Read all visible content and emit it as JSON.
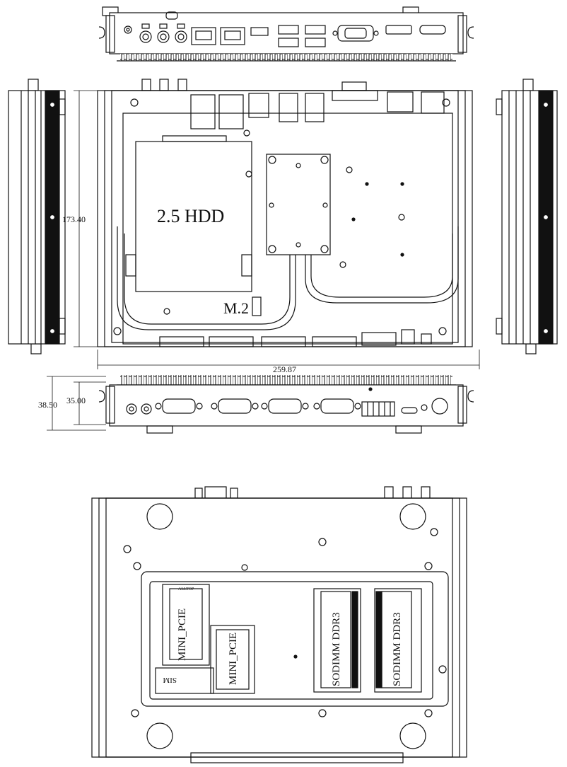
{
  "labels": {
    "hdd": "2.5 HDD",
    "m2": "M.2",
    "mini_pcie_1": "MINI_PCIE",
    "mini_pcie_2": "MINI_PCIE",
    "sim": "SIM",
    "alltop": "ALLTOP",
    "sodimm_1": "SODIMM DDR3",
    "sodimm_2": "SODIMM DDR3"
  },
  "dimensions": {
    "height_main": "173.40",
    "width_main": "259.87",
    "height_total": "38.50",
    "height_body": "35.00"
  },
  "colors": {
    "line": "#111111",
    "paper": "#ffffff",
    "gray": "#cfcfcf"
  }
}
